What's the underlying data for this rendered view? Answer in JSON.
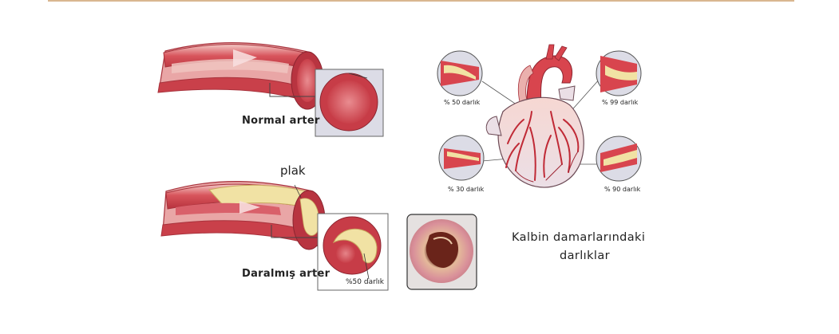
{
  "labels": {
    "normal_artery": "Normal arter",
    "narrowed_artery": "Daralmış arter",
    "plaque": "plak",
    "cross_section_stenosis": "%50 darlık"
  },
  "heart_insets": {
    "top_left": "% 50 darlık",
    "top_right": "% 99 darlık",
    "bottom_left": "% 30 darlık",
    "bottom_right": "% 90 darlık"
  },
  "caption": {
    "line1": "Kalbin damarlarındaki",
    "line2": "darlıklar"
  },
  "colors": {
    "artery_red": "#c9404a",
    "artery_light": "#eab0ad",
    "lumen": "#d9606a",
    "plaque_yellow": "#f1e2a4",
    "panel_bg": "#dcdce6",
    "top_rule": "#d9b790"
  }
}
